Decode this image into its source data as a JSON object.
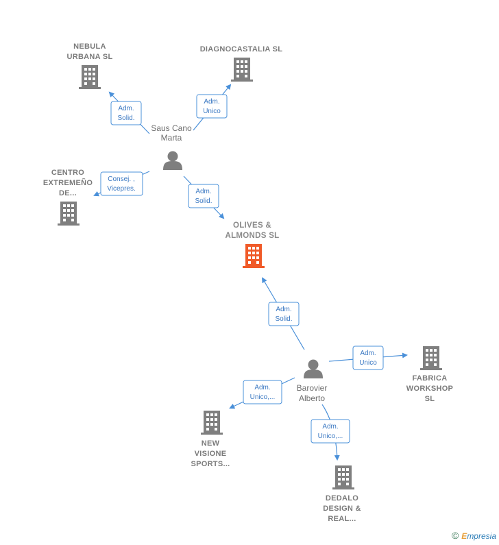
{
  "nodes": {
    "nebula": {
      "lines": [
        "NEBULA",
        "URBANA SL"
      ]
    },
    "diagno": {
      "lines": [
        "DIAGNOCASTALIA SL"
      ]
    },
    "centro": {
      "lines": [
        "CENTRO",
        "EXTREMEÑO",
        "DE..."
      ]
    },
    "olives": {
      "lines": [
        "OLIVES &",
        "ALMONDS  SL"
      ]
    },
    "fabrica": {
      "lines": [
        "FABRICA",
        "WORKSHOP",
        "SL"
      ]
    },
    "newvis": {
      "lines": [
        "NEW",
        "VISIONE",
        "SPORTS..."
      ]
    },
    "dedalo": {
      "lines": [
        "DEDALO",
        "DESIGN &",
        "REAL..."
      ]
    },
    "saus": {
      "lines": [
        "Saus Cano",
        "Marta"
      ]
    },
    "barovier": {
      "lines": [
        "Barovier",
        "Alberto"
      ]
    }
  },
  "roles": {
    "r1": [
      "Adm.",
      "Solid."
    ],
    "r2": [
      "Adm.",
      "Unico"
    ],
    "r3": [
      "Consej. ,",
      "Vicepres."
    ],
    "r4": [
      "Adm.",
      "Solid."
    ],
    "r5": [
      "Adm.",
      "Solid."
    ],
    "r6": [
      "Adm.",
      "Unico"
    ],
    "r7": [
      "Adm.",
      "Unico,..."
    ],
    "r8": [
      "Adm.",
      "Unico,..."
    ]
  },
  "colors": {
    "company": "#7f7f7f",
    "company_main": "#f05a28",
    "person": "#7f7f7f",
    "edge": "#4a90d9"
  },
  "footer": {
    "copyright_symbol": "©",
    "brand_initial": "E",
    "brand_rest": "mpresia"
  }
}
